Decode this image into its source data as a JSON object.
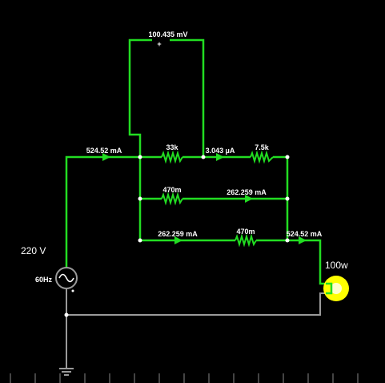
{
  "colors": {
    "background": "#000000",
    "live_wire": "#22dd22",
    "ground_wire": "#9a9a9a",
    "text": "#ffffff",
    "bulb": "#ffff00",
    "node": "#ffffff"
  },
  "voltmeter": {
    "reading": "100.435 mV",
    "polarity": "+"
  },
  "source": {
    "voltage": "220 V",
    "frequency": "60Hz",
    "icon": "ac-source-icon"
  },
  "bulb": {
    "rating": "100w",
    "icon": "lamp-icon"
  },
  "ground": {
    "icon": "ground-icon"
  },
  "resistors": {
    "r1": "33k",
    "r2": "7.5k",
    "r3": "470m",
    "r4": "470m"
  },
  "currents": {
    "main_in": "524.52 mA",
    "top_branch": "3.043 µA",
    "middle_branch": "262.259 mA",
    "bottom_branch_left": "262.259 mA",
    "main_out": "524.52 mA"
  }
}
